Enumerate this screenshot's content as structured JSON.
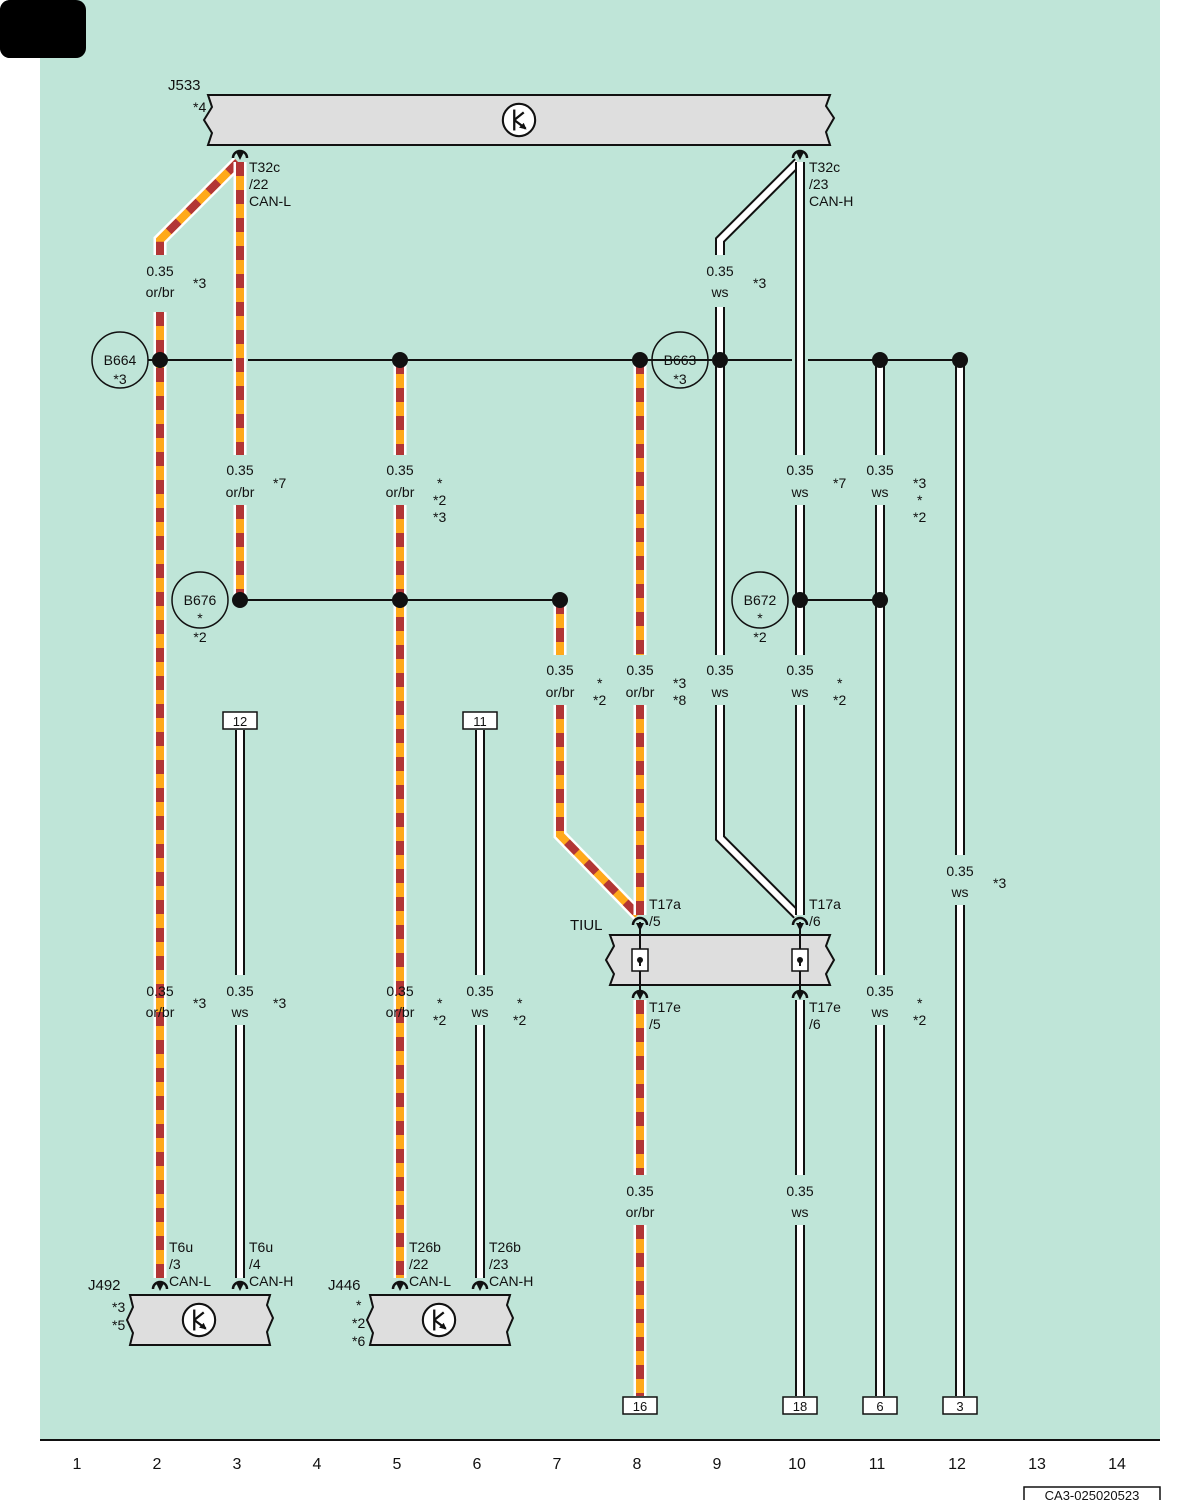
{
  "page_badge": "",
  "drawing_code": "CA3-025020523",
  "colors": {
    "background": "#bfe5d8",
    "wire_orange": "#ffa91a",
    "wire_brown": "#b23636",
    "wire_white": "#ffffff",
    "module_fill": "#dedede"
  },
  "column_numbers": [
    "1",
    "2",
    "3",
    "4",
    "5",
    "6",
    "7",
    "8",
    "9",
    "10",
    "11",
    "12",
    "13",
    "14"
  ],
  "components": {
    "j533": {
      "name": "J533",
      "note": "*4",
      "icon": "can-gateway-icon"
    },
    "j492": {
      "name": "J492",
      "note_1": "*3",
      "note_2": "*5",
      "icon": "can-gateway-icon"
    },
    "j446": {
      "name": "J446",
      "note_1": "*",
      "note_2": "*2",
      "note_3": "*6",
      "icon": "can-gateway-icon"
    },
    "tiul": {
      "name": "TIUL"
    }
  },
  "pins": {
    "j533_can_l": {
      "conn": "T32c",
      "pin": "/22",
      "signal": "CAN-L"
    },
    "j533_can_h": {
      "conn": "T32c",
      "pin": "/23",
      "signal": "CAN-H"
    },
    "j492_can_l": {
      "conn": "T6u",
      "pin": "/3",
      "signal": "CAN-L"
    },
    "j492_can_h": {
      "conn": "T6u",
      "pin": "/4",
      "signal": "CAN-H"
    },
    "j446_can_l": {
      "conn": "T26b",
      "pin": "/22",
      "signal": "CAN-L"
    },
    "j446_can_h": {
      "conn": "T26b",
      "pin": "/23",
      "signal": "CAN-H"
    },
    "tiul_in_5": {
      "conn": "T17a",
      "pin": "/5"
    },
    "tiul_in_6": {
      "conn": "T17a",
      "pin": "/6"
    },
    "tiul_out_5": {
      "conn": "T17e",
      "pin": "/5"
    },
    "tiul_out_6": {
      "conn": "T17e",
      "pin": "/6"
    }
  },
  "splices": {
    "b664": {
      "name": "B664",
      "note": "*3"
    },
    "b663": {
      "name": "B663",
      "note": "*3"
    },
    "b676": {
      "name": "B676",
      "note_1": "*",
      "note_2": "*2"
    },
    "b672": {
      "name": "B672",
      "note_1": "*",
      "note_2": "*2"
    }
  },
  "wires": {
    "w1": {
      "size": "0.35",
      "color": "or/br",
      "note": "*3"
    },
    "w2": {
      "size": "0.35",
      "color": "ws",
      "note": "*3"
    },
    "w3": {
      "size": "0.35",
      "color": "or/br",
      "note": "*7"
    },
    "w4": {
      "size": "0.35",
      "color": "or/br",
      "note_1": "*",
      "note_2": "*2",
      "note_3": "*3"
    },
    "w5": {
      "size": "0.35",
      "color": "ws",
      "note": "*7"
    },
    "w6": {
      "size": "0.35",
      "color": "ws",
      "note_1": "*3",
      "note_2": "*",
      "note_3": "*2"
    },
    "w7": {
      "size": "0.35",
      "color": "or/br",
      "note_1": "*",
      "note_2": "*2"
    },
    "w8": {
      "size": "0.35",
      "color": "or/br",
      "note_1": "*3",
      "note_2": "*8"
    },
    "w9": {
      "size": "0.35",
      "color": "ws"
    },
    "w10": {
      "size": "0.35",
      "color": "ws",
      "note_1": "*",
      "note_2": "*2"
    },
    "w11": {
      "size": "0.35",
      "color": "ws",
      "note": "*3"
    },
    "w12": {
      "size": "0.35",
      "color": "or/br",
      "note": "*3"
    },
    "w13": {
      "size": "0.35",
      "color": "ws",
      "note": "*3"
    },
    "w14": {
      "size": "0.35",
      "color": "or/br",
      "note_1": "*",
      "note_2": "*2"
    },
    "w15": {
      "size": "0.35",
      "color": "ws",
      "note_1": "*",
      "note_2": "*2"
    },
    "w16": {
      "size": "0.35",
      "color": "ws",
      "note_1": "*",
      "note_2": "*2"
    },
    "w17": {
      "size": "0.35",
      "color": "or/br"
    },
    "w18": {
      "size": "0.35",
      "color": "ws"
    }
  },
  "references": {
    "r12": "12",
    "r11": "11",
    "r16": "16",
    "r18": "18",
    "r6": "6",
    "r3": "3"
  }
}
